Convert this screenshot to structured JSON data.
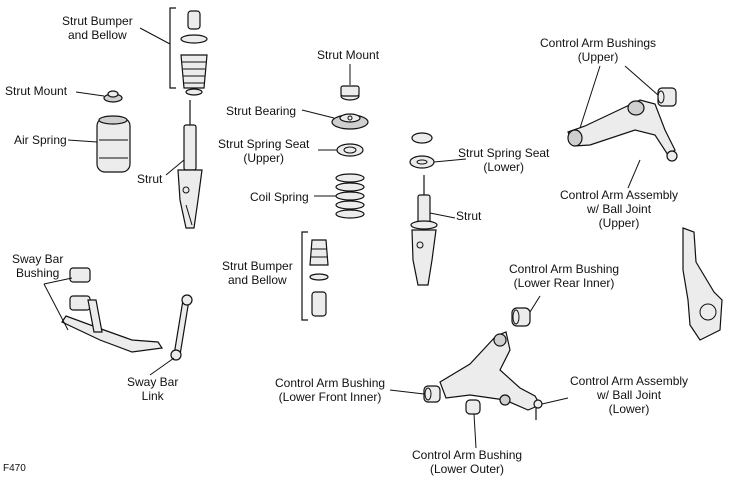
{
  "figure_id": "F470",
  "labels": {
    "strut_bumper_bellow_left": [
      "Strut Bumper",
      "and Bellow"
    ],
    "strut_mount_left": [
      "Strut Mount"
    ],
    "air_spring": [
      "Air Spring"
    ],
    "strut_left": [
      "Strut"
    ],
    "strut_mount_center": [
      "Strut Mount"
    ],
    "strut_bearing": [
      "Strut Bearing"
    ],
    "strut_spring_seat_upper": [
      "Strut Spring Seat",
      "(Upper)"
    ],
    "coil_spring": [
      "Coil Spring"
    ],
    "strut_bumper_bellow_center": [
      "Strut Bumper",
      "and Bellow"
    ],
    "strut_spring_seat_lower": [
      "Strut Spring Seat",
      "(Lower)"
    ],
    "strut_right": [
      "Strut"
    ],
    "control_arm_bushings_upper": [
      "Control Arm Bushings",
      "(Upper)"
    ],
    "control_arm_assembly_upper": [
      "Control Arm Assembly",
      "w/ Ball Joint",
      "(Upper)"
    ],
    "sway_bar_bushing": [
      "Sway Bar",
      "Bushing"
    ],
    "sway_bar_link": [
      "Sway Bar",
      "Link"
    ],
    "control_arm_bushing_lower_rear_inner": [
      "Control Arm Bushing",
      "(Lower Rear Inner)"
    ],
    "control_arm_bushing_lower_front_inner": [
      "Control Arm Bushing",
      "(Lower Front Inner)"
    ],
    "control_arm_assembly_lower": [
      "Control Arm Assembly",
      "w/ Ball Joint",
      "(Lower)"
    ],
    "control_arm_bushing_lower_outer": [
      "Control Arm Bushing",
      "(Lower Outer)"
    ]
  }
}
